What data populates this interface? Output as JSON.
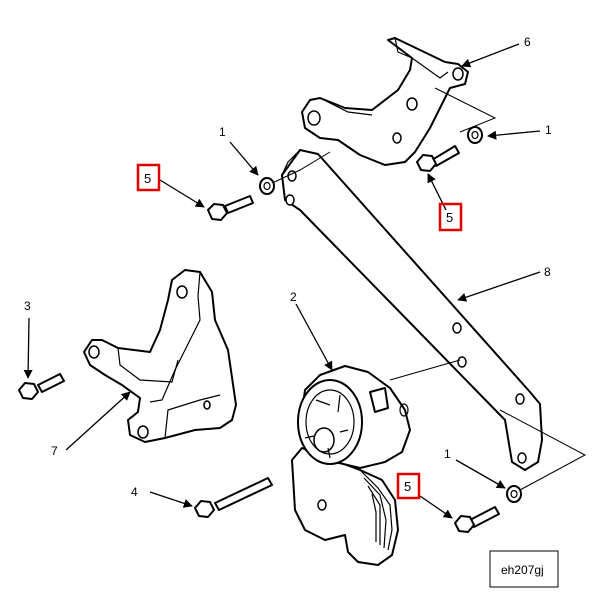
{
  "callouts": {
    "c1a": "1",
    "c1b": "1",
    "c1c": "1",
    "c2": "2",
    "c3": "3",
    "c4": "4",
    "c5a": "5",
    "c5b": "5",
    "c5c": "5",
    "c6": "6",
    "c7": "7",
    "c8": "8"
  },
  "reference_code": "eh207gj",
  "highlight_color": "#e00000"
}
